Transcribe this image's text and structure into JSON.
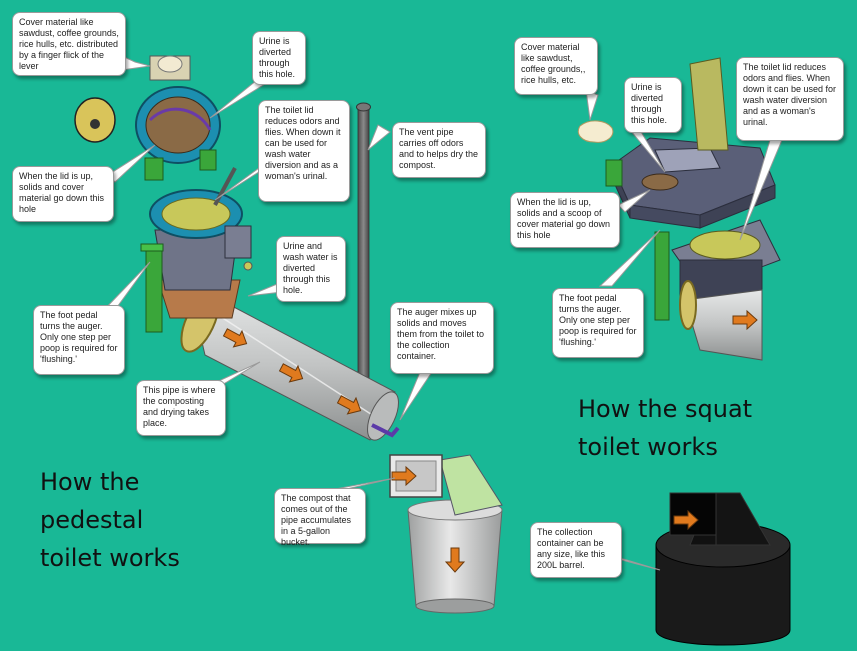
{
  "titles": {
    "pedestal": [
      "How the",
      "pedestal",
      "toilet works"
    ],
    "squat": [
      "How the squat",
      "toilet works"
    ]
  },
  "callouts": {
    "ped_cover": "Cover material like sawdust, coffee grounds, rice hulls, etc. distributed by a finger flick of the lever",
    "ped_urine": "Urine is diverted through this hole.",
    "ped_lid": "The toilet lid reduces odors and flies. When down it can be used for wash water diversion and as a woman's urinal.",
    "ped_vent": "The vent pipe carries off odors and to helps dry the compost.",
    "ped_lid_up": "When the lid is up, solids and cover material go down this hole",
    "ped_urine_wash": "Urine and wash water is diverted through this hole.",
    "ped_pedal": "The foot pedal turns the auger. Only one step per poop is required for 'flushing.'",
    "ped_auger": "The auger mixes up solids and moves them from the toilet to the collection container.",
    "ped_pipe": "This pipe is where the composting and drying takes place.",
    "ped_compost": "The compost that comes out of the pipe accumulates in a 5-gallon bucket.",
    "sq_cover": "Cover material like sawdust, coffee grounds,, rice hulls, etc.",
    "sq_urine": "Urine is diverted through this hole.",
    "sq_lid": "The toilet lid reduces odors and flies. When down it can be used for wash water diversion and as a woman's urinal.",
    "sq_lid_up": "When the lid is up, solids and a scoop of cover material go down this hole",
    "sq_pedal": "The foot pedal turns the auger. Only one step per poop is required for 'flushing.'",
    "sq_barrel": "The collection container can be any size, like this 200L barrel."
  },
  "colors": {
    "background": "#19b896",
    "pipe": "#c9cbcb",
    "arrow": "#e07a1e",
    "pedal": "#3aa63a",
    "seat_ring": "#1c8fb0",
    "bowl": "#c8c85a",
    "body": "#5a5f78",
    "barrel": "#1a1a1a"
  },
  "icons": [
    "arrow-icon",
    "vent-pipe-icon",
    "bucket-icon",
    "barrel-icon",
    "foot-pedal-icon",
    "toilet-lid-icon"
  ]
}
